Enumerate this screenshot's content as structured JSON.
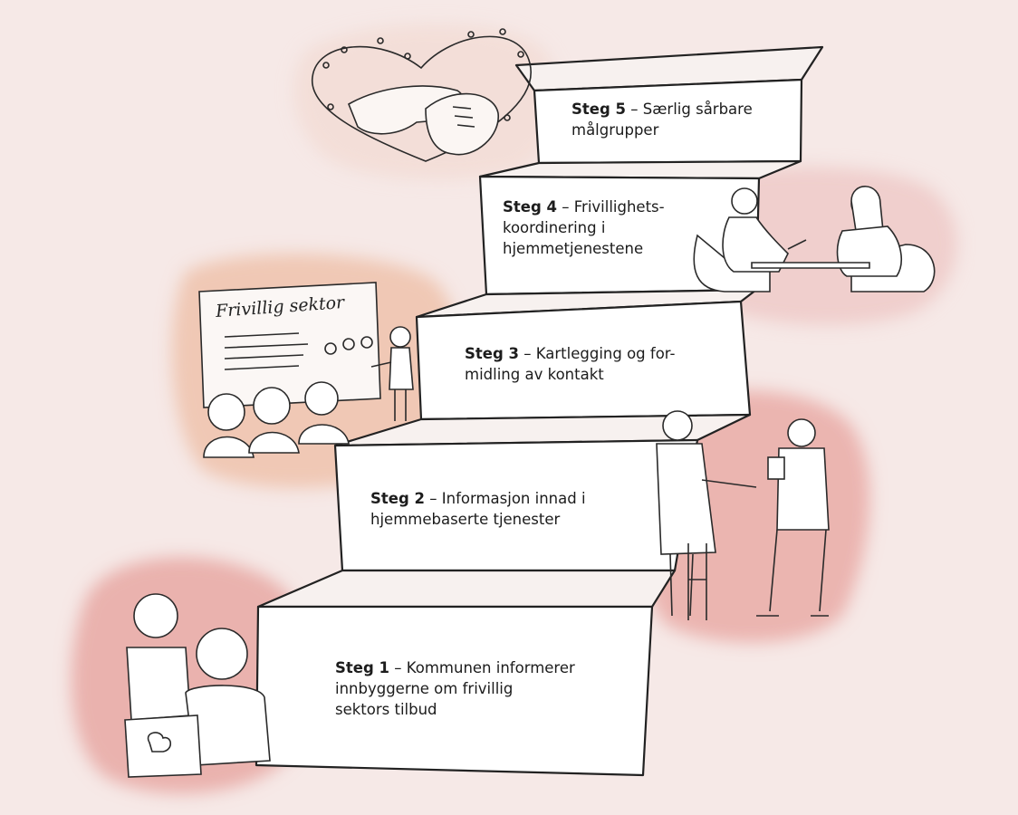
{
  "steps": [
    {
      "num": "Steg 1",
      "lines": [
        "– Kommunen informerer",
        "innbyggerne om frivillig",
        "sektors tilbud"
      ],
      "illustration": "elderly-couple-with-laptop"
    },
    {
      "num": "Steg 2",
      "lines": [
        "– Informasjon innad i",
        "hjemmebaserte tjenester"
      ],
      "illustration": "elderly-woman-with-walker-and-nurse"
    },
    {
      "num": "Steg 3",
      "lines": [
        "– Kartlegging og for-",
        "midling av kontakt"
      ],
      "illustration": "presentation-to-audience"
    },
    {
      "num": "Steg 4",
      "lines": [
        "– Frivillighets-",
        "koordinering i",
        "hjemmetjenestene"
      ],
      "illustration": "two-people-meeting-at-table"
    },
    {
      "num": "Steg 5",
      "lines": [
        "– Særlig sårbare",
        "målgrupper"
      ],
      "illustration": "holding-hands-heart-wreath"
    }
  ],
  "board_text": "Frivillig sektor",
  "colors": {
    "background": "#f6e9e7",
    "stair_fill": "#ffffff",
    "stroke": "#222222",
    "wash_red": "#e8a8a3",
    "wash_peach": "#efc2ab"
  }
}
